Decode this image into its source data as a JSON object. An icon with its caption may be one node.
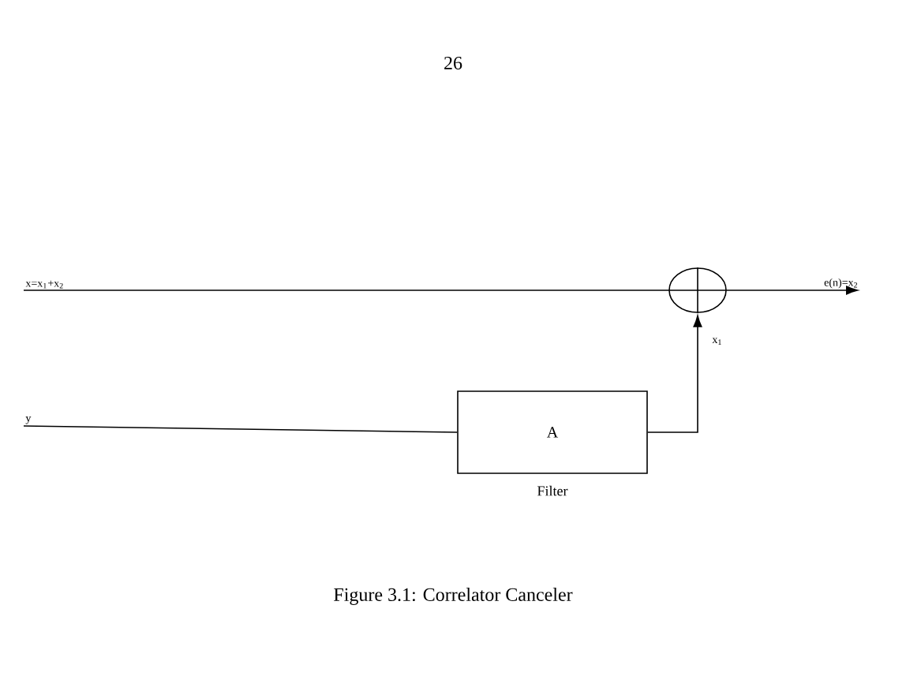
{
  "diagram": {
    "caption": "Figure 3.1:  Correlator Canceler",
    "nodes": [
      {
        "text": [
          "x=x$_{1}$+x$_{2}$"
        ]
      },
      {
        "text": [
          "y"
        ]
      },
      {
        "text": [
          "A"
        ],
        "beside": [
          "Filter"
        ]
      },
      {
        "text": [],
        "shape": "circle"
      },
      {
        "text": [
          "e(n)=x$_{2}$"
        ]
      }
    ],
    "edges": [
      {
        "from": 0,
        "to": 3,
        "arrow": "none"
      },
      {
        "from": 1,
        "to": 2,
        "arrow": "none"
      },
      {
        "from": 2,
        "to": 3,
        "arrow": "to",
        "label": "x$_{1}$"
      },
      {
        "from": 3,
        "to": 4,
        "arrow": "to"
      }
    ],
    "labels": [
      "26"
    ]
  }
}
